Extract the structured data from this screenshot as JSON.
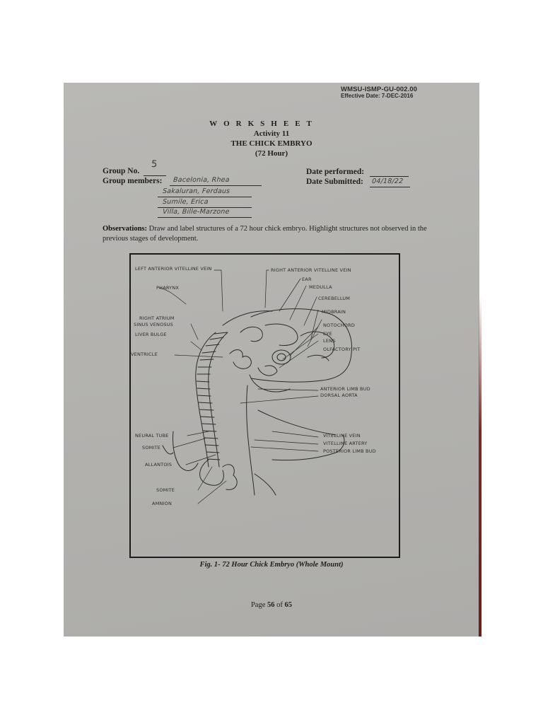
{
  "header": {
    "doc_code": "WMSU-ISMP-GU-002.00",
    "effective_date": "Effective Date: 7-DEC-2016"
  },
  "title": {
    "worksheet": "WORKSHEET",
    "activity": "Activity 11",
    "name": "THE CHICK EMBRYO",
    "duration": "(72 Hour)"
  },
  "form": {
    "group_no_label": "Group No.",
    "group_no_value": "5",
    "group_members_label": "Group members:",
    "members": [
      "Bacelonia, Rhea",
      "Sakaluran, Ferdaus",
      "Sumile, Erica",
      "Villa, Bille-Marzone"
    ],
    "date_performed_label": "Date performed:",
    "date_performed_value": "",
    "date_submitted_label": "Date Submitted:",
    "date_submitted_value": "04/18/22"
  },
  "observations": {
    "label": "Observations:",
    "text": "Draw and label structures of a 72 hour chick embryo. Highlight structures not observed in the previous stages of development."
  },
  "figure": {
    "labels_left": [
      "Left anterior vitelline vein",
      "Pharynx",
      "Right atrium",
      "Sinus venosus",
      "Liver bulge",
      "Ventricle",
      "Neural tube",
      "Somite",
      "Allantois",
      "Somite",
      "Amnion"
    ],
    "labels_right": [
      "Right anterior vitelline vein",
      "Ear",
      "Medulla",
      "Cerebellum",
      "Midbrain",
      "Notochord",
      "Eye",
      "Lens",
      "Olfactory pit",
      "Anterior limb bud",
      "Dorsal aorta",
      "Vitelline vein",
      "Vitelline artery",
      "Posterior limb bud"
    ],
    "caption": "Fig. 1- 72 Hour Chick Embryo (Whole Mount)"
  },
  "footer": {
    "page_prefix": "Page",
    "page_current": "56",
    "page_sep": "of",
    "page_total": "65"
  },
  "colors": {
    "paper": "#b5b4b1",
    "ink": "#1e1e1e",
    "edge_red": "#7a2a24"
  }
}
